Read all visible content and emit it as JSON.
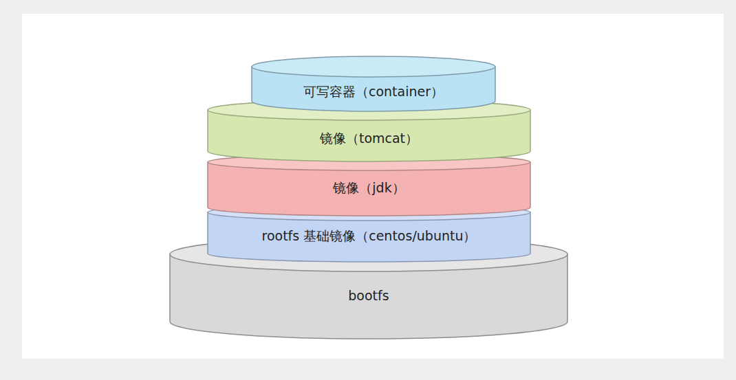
{
  "diagram": {
    "nodes": [
      {
        "text": [
          "可写容器（container）"
        ]
      },
      {
        "text": [
          "镜像（tomcat）"
        ]
      },
      {
        "text": [
          "镜像（jdk）"
        ]
      },
      {
        "text": [
          "rootfs 基础镜像（centos/ubuntu）"
        ]
      },
      {
        "text": [
          "bootfs"
        ]
      }
    ]
  }
}
